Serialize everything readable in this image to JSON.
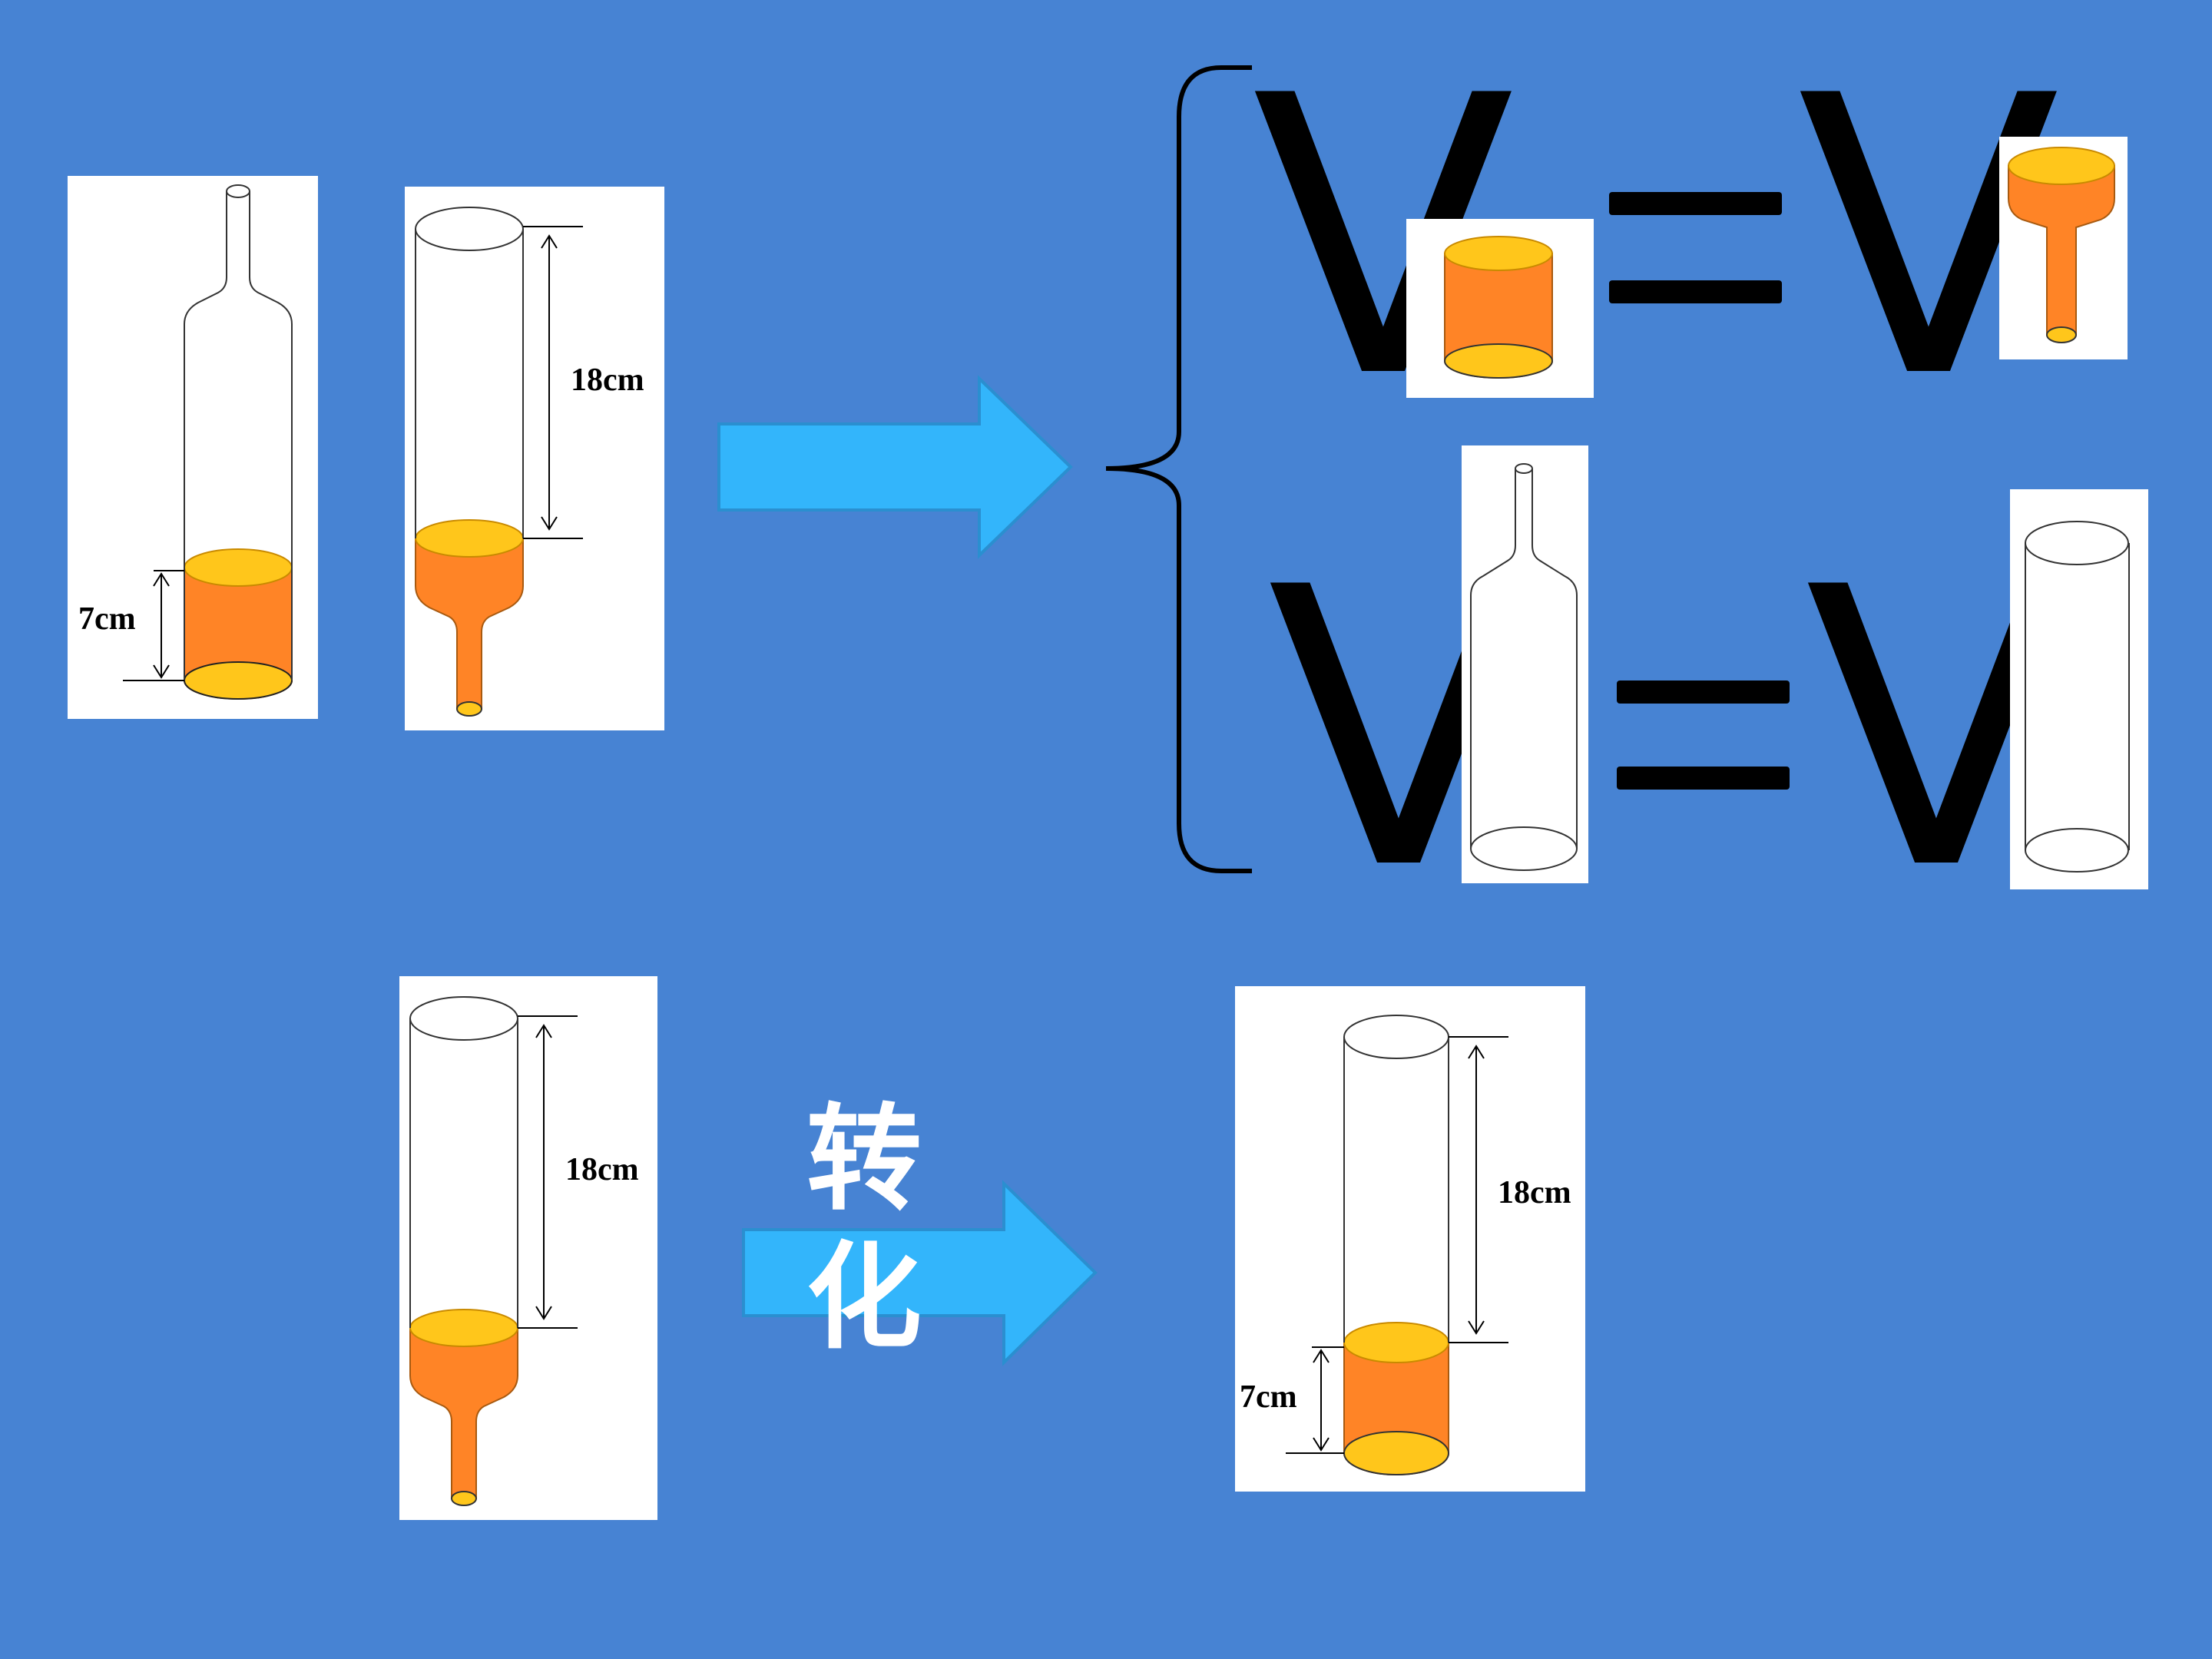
{
  "labels": {
    "h_top_left": "7cm",
    "h_top_right": "18cm",
    "h_bottom_left": "18cm",
    "h_bottom_right_top": "18cm",
    "h_bottom_right_low": "7cm"
  },
  "formula": {
    "v1": "V",
    "v2": "V",
    "v3": "V",
    "v4": "V"
  },
  "transform_text": {
    "char1": "转",
    "char2": "化"
  },
  "colors": {
    "background": "#4783d3",
    "arrow": "#33b5fb",
    "liquid": "#ff8426",
    "liquid_top": "#ffc61b",
    "ink": "#000000"
  }
}
